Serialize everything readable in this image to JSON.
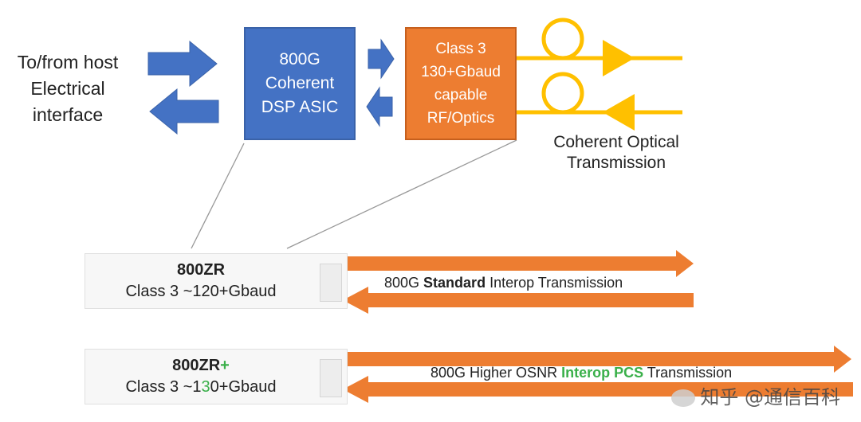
{
  "top": {
    "host_label": [
      "To/from host",
      "Electrical",
      "interface"
    ],
    "dsp_label": [
      "800G",
      "Coherent",
      "DSP ASIC"
    ],
    "rf_label": [
      "Class 3",
      "130+Gbaud",
      "capable",
      "RF/Optics"
    ],
    "caption": [
      "Coherent Optical",
      "Transmission"
    ]
  },
  "modules": [
    {
      "title": "800ZR",
      "subtitle": "Class 3 ~120+Gbaud",
      "tx_prefix": "800G ",
      "tx_bold": "Standard",
      "tx_suffix": " Interop Transmission"
    },
    {
      "title": "800ZR",
      "title_plus": "+",
      "sub_a": "Class 3 ~1",
      "sub_b": "3",
      "sub_c": "0+Gbaud",
      "tx_prefix": "800G Higher OSNR ",
      "tx_green": "Interop PCS",
      "tx_suffix": " Transmission"
    }
  ],
  "watermark": "知乎 @通信百科",
  "colors": {
    "blue": "#4472c4",
    "orange": "#ed7d31",
    "yellow": "#ffc000",
    "green": "#3ab04a"
  }
}
